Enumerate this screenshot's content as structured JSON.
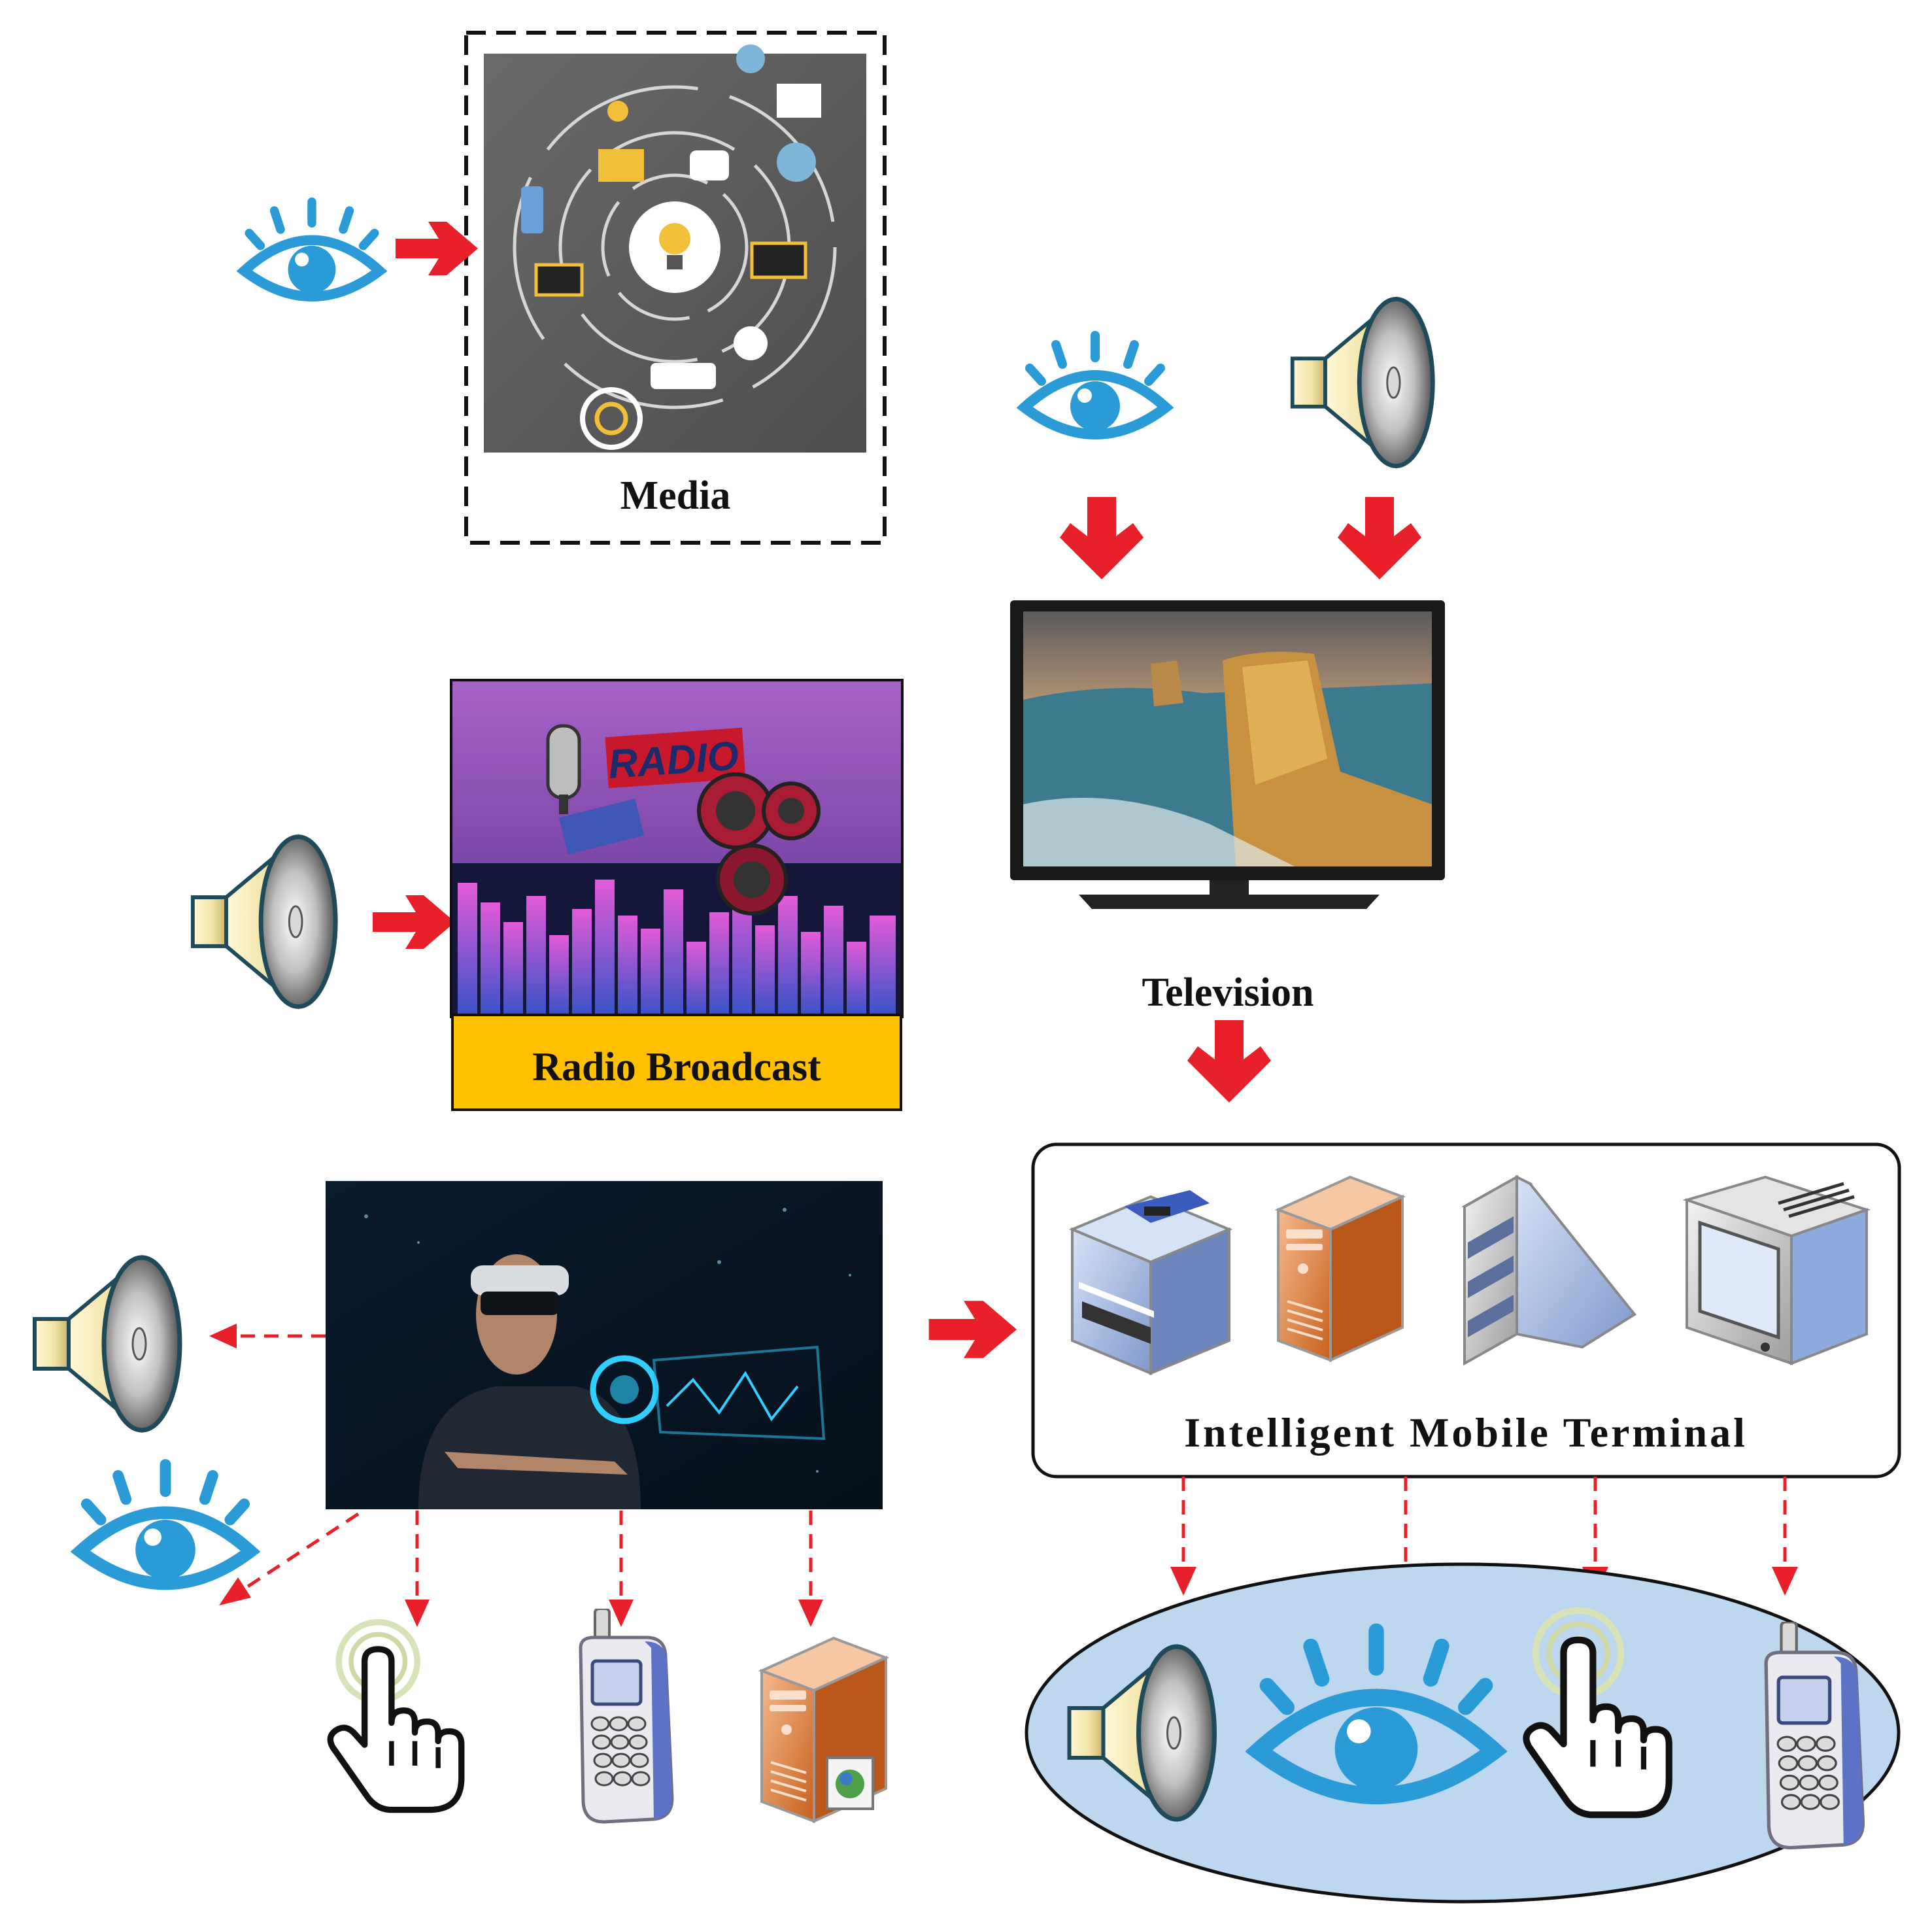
{
  "labels": {
    "media": "Media",
    "television": "Television",
    "radio_broadcast": "Radio Broadcast",
    "radio_sign": "RADIO",
    "intelligent_mobile_terminal": "Intelligent Mobile Terminal"
  },
  "colors": {
    "arrow_red": "#e8202a",
    "eye_blue": "#2a9bd6",
    "radio_banner": "#ffc000",
    "sense_ellipse": "#bdd7ee",
    "media_bg": "#5a5a5a",
    "tv_frame": "#1a1a1a",
    "device_blue": "#8ea9db",
    "device_orange": "#e07b39"
  },
  "icons": {
    "eye": "eye-icon",
    "speaker": "speaker-icon",
    "touch": "touch-hand-icon",
    "phone": "mobile-phone-icon",
    "server": "server-icon",
    "printer": "printer-icon",
    "file_cabinet": "file-cabinet-icon",
    "monitor": "crt-monitor-icon"
  }
}
